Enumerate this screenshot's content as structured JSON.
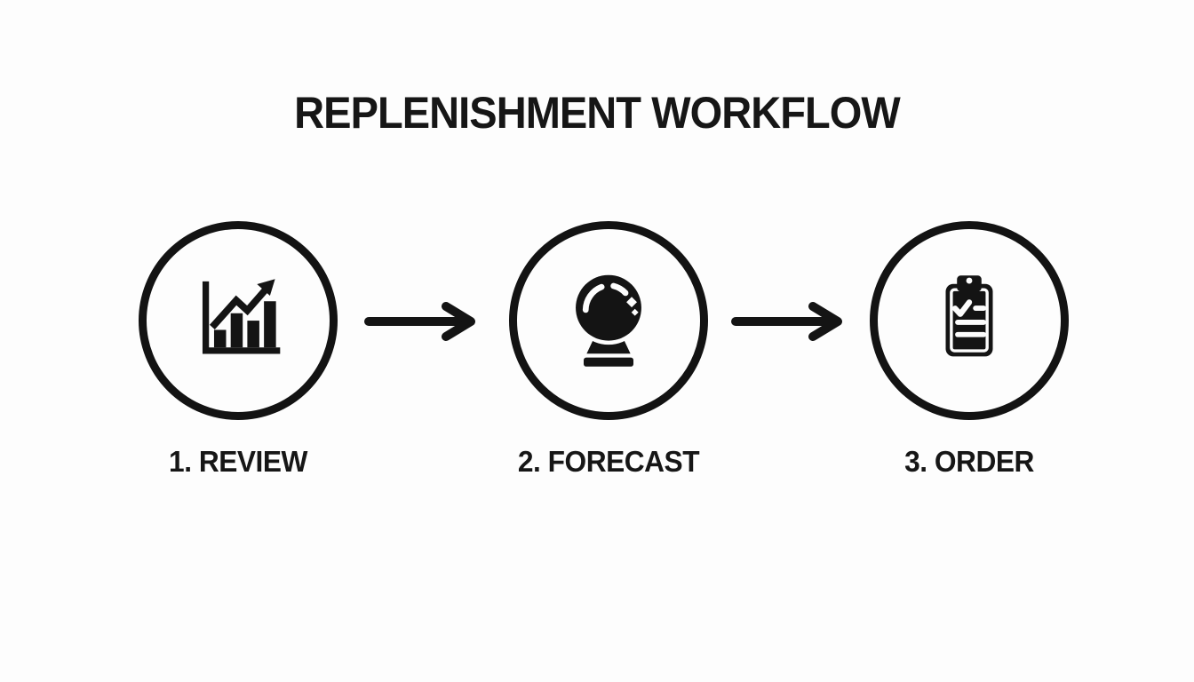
{
  "title": "REPLENISHMENT WORKFLOW",
  "steps": [
    {
      "label": "1. REVIEW",
      "icon": "bar-chart-trend-icon"
    },
    {
      "label": "2. FORECAST",
      "icon": "crystal-ball-icon"
    },
    {
      "label": "3. ORDER",
      "icon": "clipboard-checklist-icon"
    }
  ],
  "connectors": [
    {
      "icon": "arrow-right-icon",
      "direction": "right"
    },
    {
      "icon": "arrow-right-icon",
      "direction": "right"
    }
  ],
  "colors": {
    "ink": "#141414",
    "background": "#fdfdfd"
  }
}
